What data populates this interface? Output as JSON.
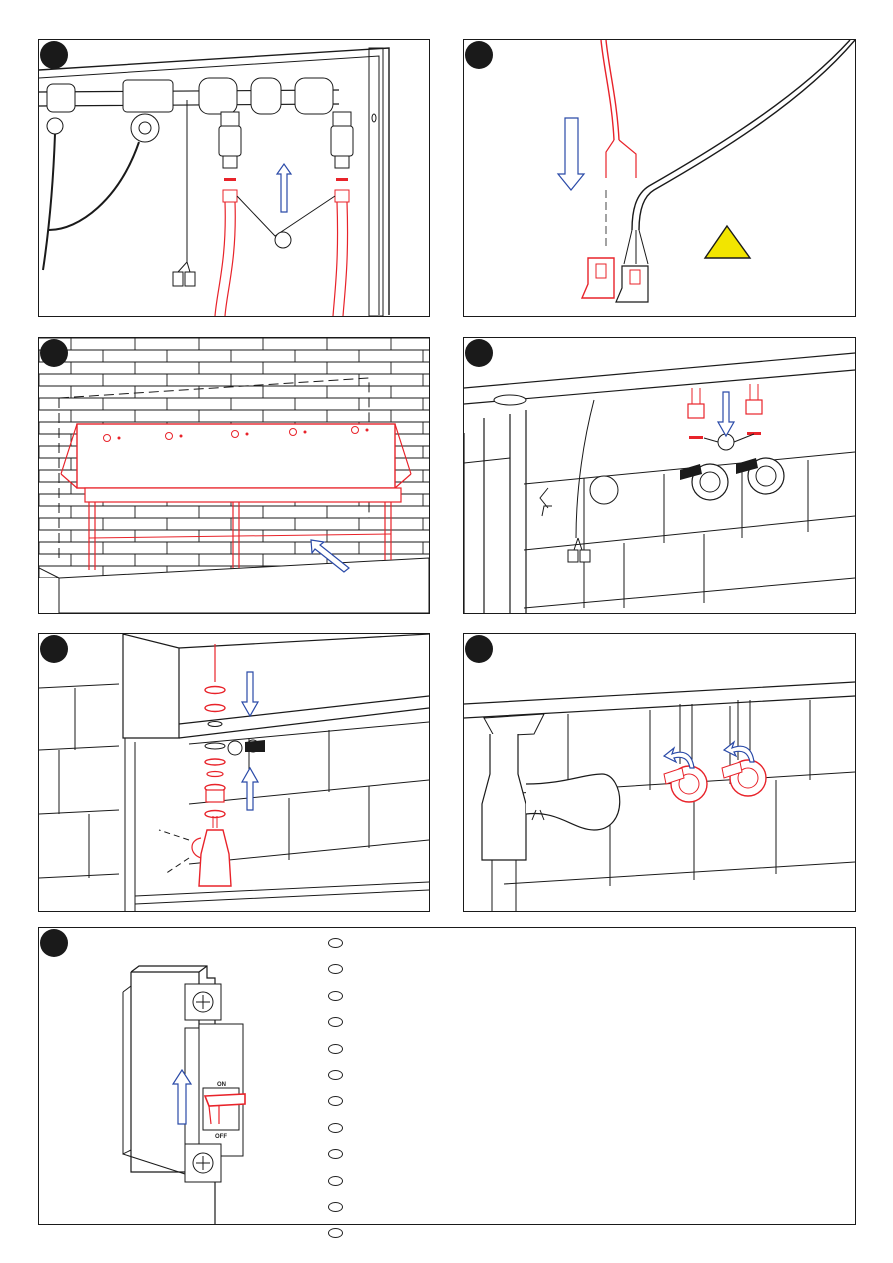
{
  "document": {
    "panel_count": 7,
    "breaker": {
      "on_label": "ON",
      "off_label": "OFF"
    },
    "legend_item_count": 12,
    "colors": {
      "highlight": "#e8232a",
      "arrow": "#2a4aa8",
      "warning": "#f2e500",
      "line": "#1a1a1a"
    },
    "icons": [
      "step-number-marker",
      "arrow-up-icon",
      "arrow-down-icon",
      "warning-triangle-icon",
      "rotate-arrow-icon"
    ]
  }
}
